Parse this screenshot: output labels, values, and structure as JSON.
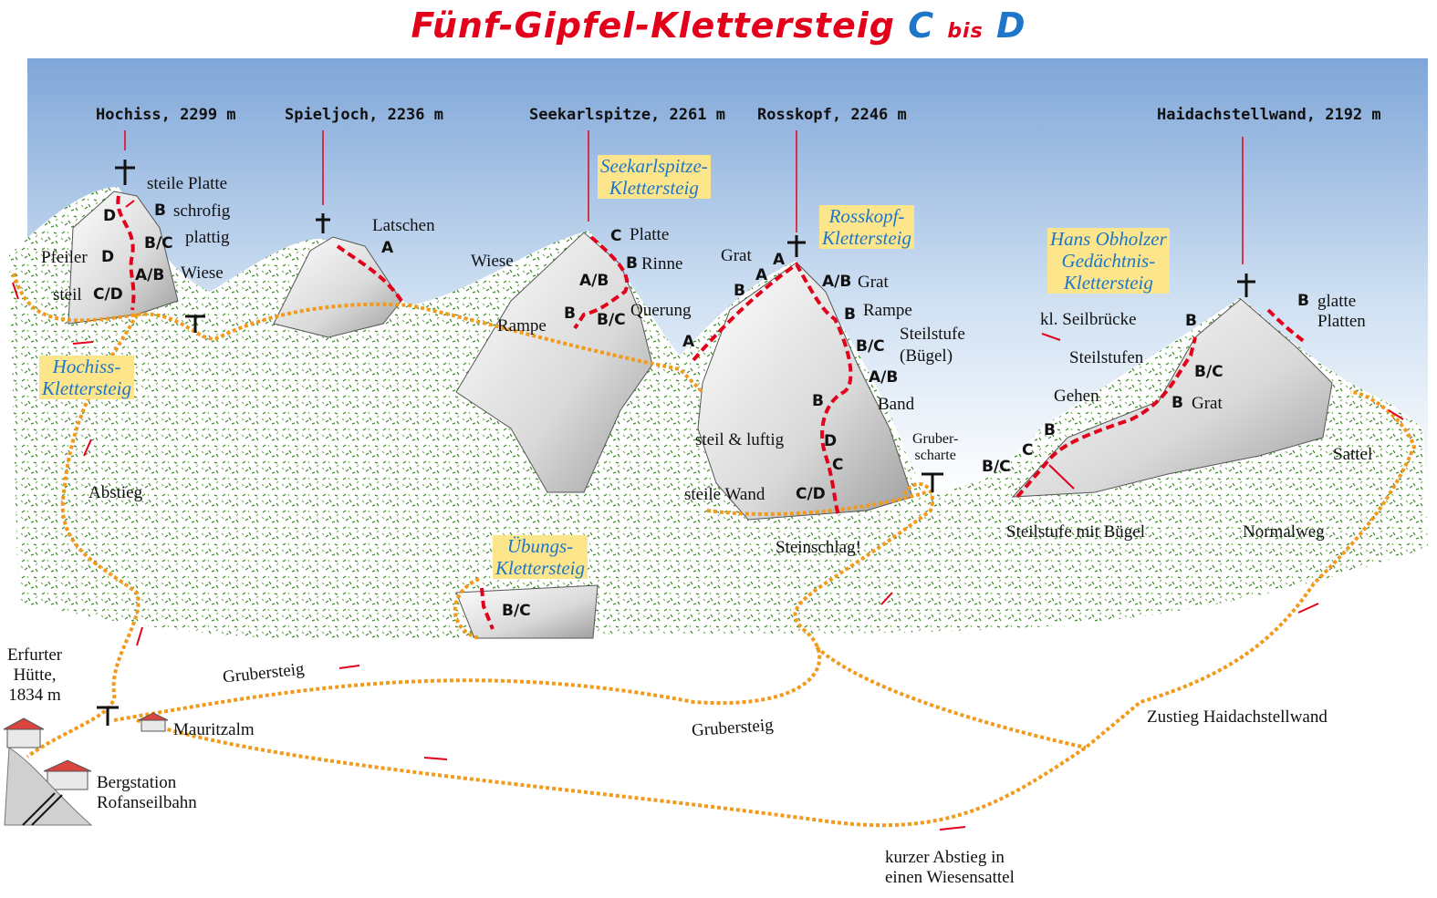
{
  "title": {
    "main": "Fünf-Gipfel-Klettersteig",
    "grade_from": "C",
    "connector": "bis",
    "grade_to": "D"
  },
  "peaks": [
    {
      "label": "Hochiss, 2299 m"
    },
    {
      "label": "Spieljoch, 2236 m"
    },
    {
      "label": "Seekarlspitze, 2261 m"
    },
    {
      "label": "Rosskopf, 2246 m"
    },
    {
      "label": "Haidachstellwand, 2192 m"
    }
  ],
  "klettersteige": {
    "hochiss": [
      "Hochiss-",
      "Klettersteig"
    ],
    "seekarlspitze": [
      "Seekarlspitze-",
      "Klettersteig"
    ],
    "rosskopf": [
      "Rosskopf-",
      "Klettersteig"
    ],
    "obholzer": [
      "Hans Obholzer",
      "Gedächtnis-",
      "Klettersteig"
    ],
    "uebung": [
      "Übungs-",
      "Klettersteig"
    ]
  },
  "labels": {
    "steile_platte": "steile Platte",
    "schrofig": "schrofig",
    "plattig": "plattig",
    "pfeiler": "Pfeiler",
    "wiese1": "Wiese",
    "steil": "steil",
    "latschen": "Latschen",
    "wiese2": "Wiese",
    "platte": "Platte",
    "rinne": "Rinne",
    "rampe1": "Rampe",
    "querung": "Querung",
    "grat1": "Grat",
    "grat2": "Grat",
    "rampe2": "Rampe",
    "steilstufe": "Steilstufe",
    "buegel": "(Bügel)",
    "band": "Band",
    "steil_luftig": "steil & luftig",
    "steile_wand": "steile Wand",
    "steinschlag": "Steinschlag!",
    "gruberscharte": [
      "Gruber-",
      "scharte"
    ],
    "seilbruecke": "kl. Seilbrücke",
    "steilstufen": "Steilstufen",
    "gehen": "Gehen",
    "grat3": "Grat",
    "glatte_platten": [
      "glatte",
      "Platten"
    ],
    "sattel": "Sattel",
    "steilstufe_buegel": "Steilstufe mit Bügel",
    "normalweg": "Normalweg",
    "abstieg": "Abstieg",
    "erfurter_huette": [
      "Erfurter",
      "Hütte,",
      "1834 m"
    ],
    "mauritzalm": "Mauritzalm",
    "bergstation": [
      "Bergstation",
      "Rofanseilbahn"
    ],
    "grubersteig1": "Grubersteig",
    "grubersteig2": "Grubersteig",
    "zustieg": "Zustieg Haidachstellwand",
    "kurzer_abstieg": [
      "kurzer Abstieg in",
      "einen Wiesensattel"
    ]
  },
  "grades": {
    "hochiss": [
      "D",
      "B",
      "B/C",
      "D",
      "A/B",
      "C/D"
    ],
    "spieljoch": [
      "A"
    ],
    "seekarl": [
      "C",
      "B",
      "A/B",
      "B",
      "B/C"
    ],
    "ross_left": [
      "A",
      "B",
      "A",
      "A"
    ],
    "ross_right": [
      "A/B",
      "B",
      "B/C",
      "A/B",
      "B",
      "D",
      "C",
      "C/D"
    ],
    "haidach": [
      "B/C",
      "C",
      "B",
      "B",
      "B/C",
      "B",
      "B"
    ],
    "uebung": [
      "B/C"
    ]
  },
  "colors": {
    "sky_top": "#7fa6d8",
    "route_orange": "#f19a1c",
    "klettersteig_red": "#e2001a",
    "klettersteig_label_blue": "#1d76c9",
    "label_highlight": "#fde58c",
    "meadow_green": "#3f8a2c"
  }
}
